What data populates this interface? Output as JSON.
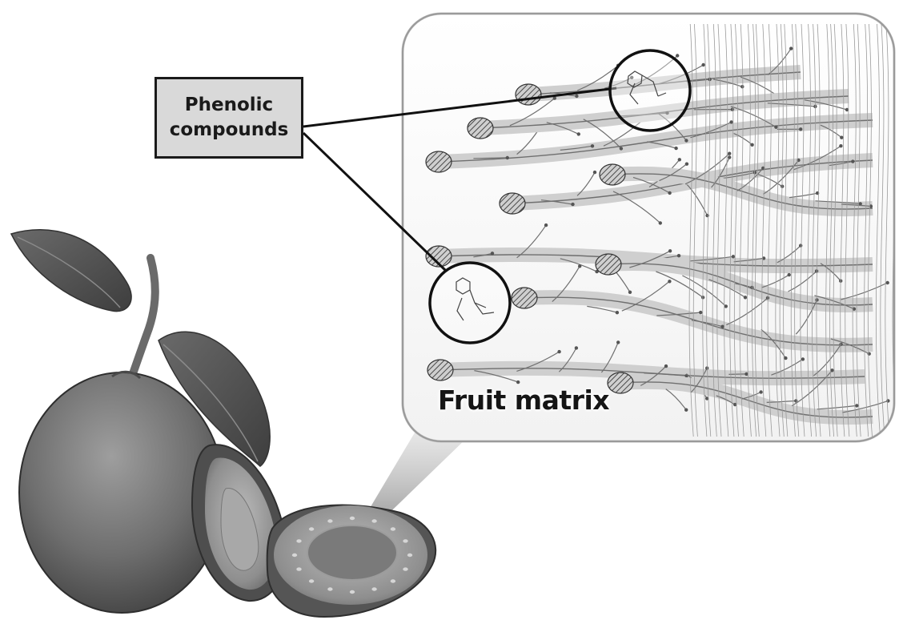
{
  "callout": {
    "line1": "Phenolic",
    "line2": "compounds"
  },
  "matrix_label": "Fruit matrix",
  "colors": {
    "box_fill": "#d9d9d9",
    "box_border": "#1a1a1a",
    "fiber": "#6f6f6f",
    "fruit_dark": "#5a5a5a",
    "fruit_flesh": "#9a9a9a"
  },
  "icons": {
    "fruit": "guava-fruit",
    "magnifier": "zoom-inset-panel"
  }
}
